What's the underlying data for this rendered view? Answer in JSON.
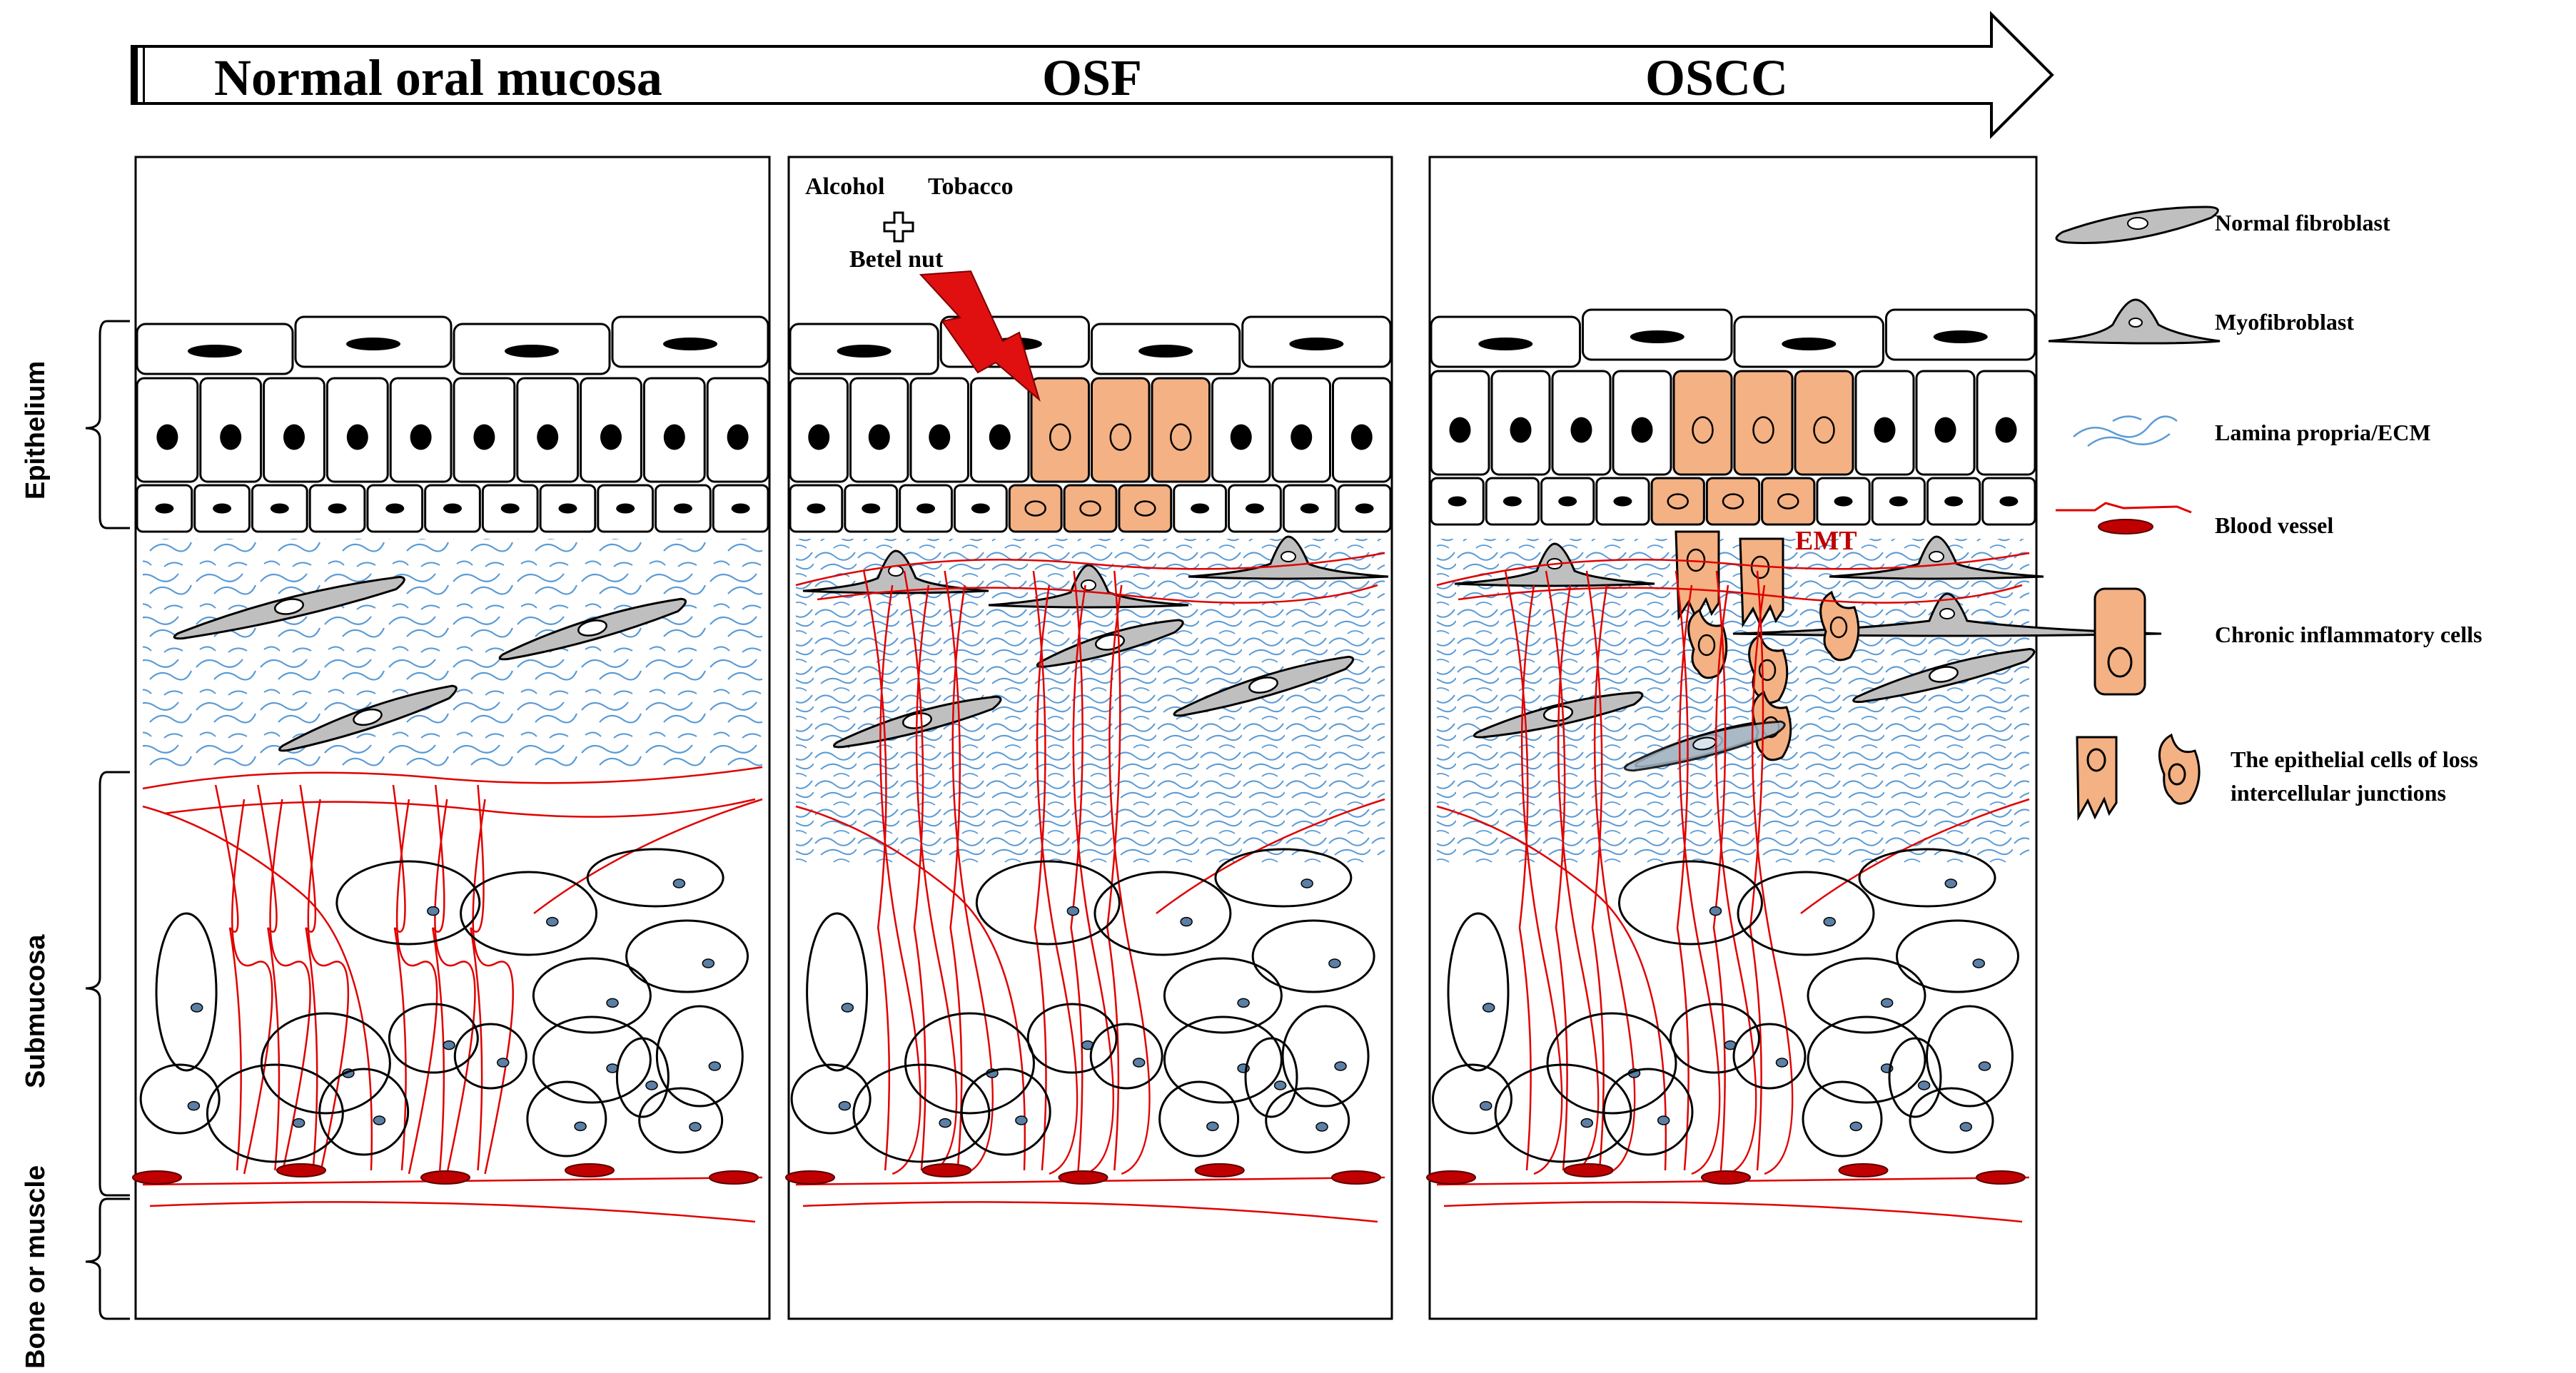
{
  "header": {
    "stages": [
      "Normal oral mucosa",
      "OSF",
      "OSCC"
    ]
  },
  "side_labels": {
    "epithelium": "Epithelium",
    "submucosa": "Submucosa",
    "bone_or_muscle": "Bone or muscle"
  },
  "risk_factors": {
    "alcohol": "Alcohol",
    "tobacco": "Tobacco",
    "betel_nut": "Betel nut"
  },
  "annotations": {
    "emt": "EMT"
  },
  "legend": {
    "normal_fibroblast": "Normal fibroblast",
    "myofibroblast": "Myofibroblast",
    "lamina_propria": "Lamina propria/ECM",
    "blood_vessel": "Blood vessel",
    "chronic_inflammatory_cells": "Chronic inflammatory cells",
    "epithelial_cells_line1": "The epithelial cells of loss",
    "epithelial_cells_line2": "intercellular junctions"
  },
  "colors": {
    "inflammatory_fill": "#f4b183",
    "fibroblast_fill": "#bfbfbf",
    "vessel_red": "#e00000",
    "vessel_fill": "#c00000",
    "ecm_blue": "#5b9bd5",
    "lightning": "#e01010",
    "emt_text": "#c00000"
  }
}
